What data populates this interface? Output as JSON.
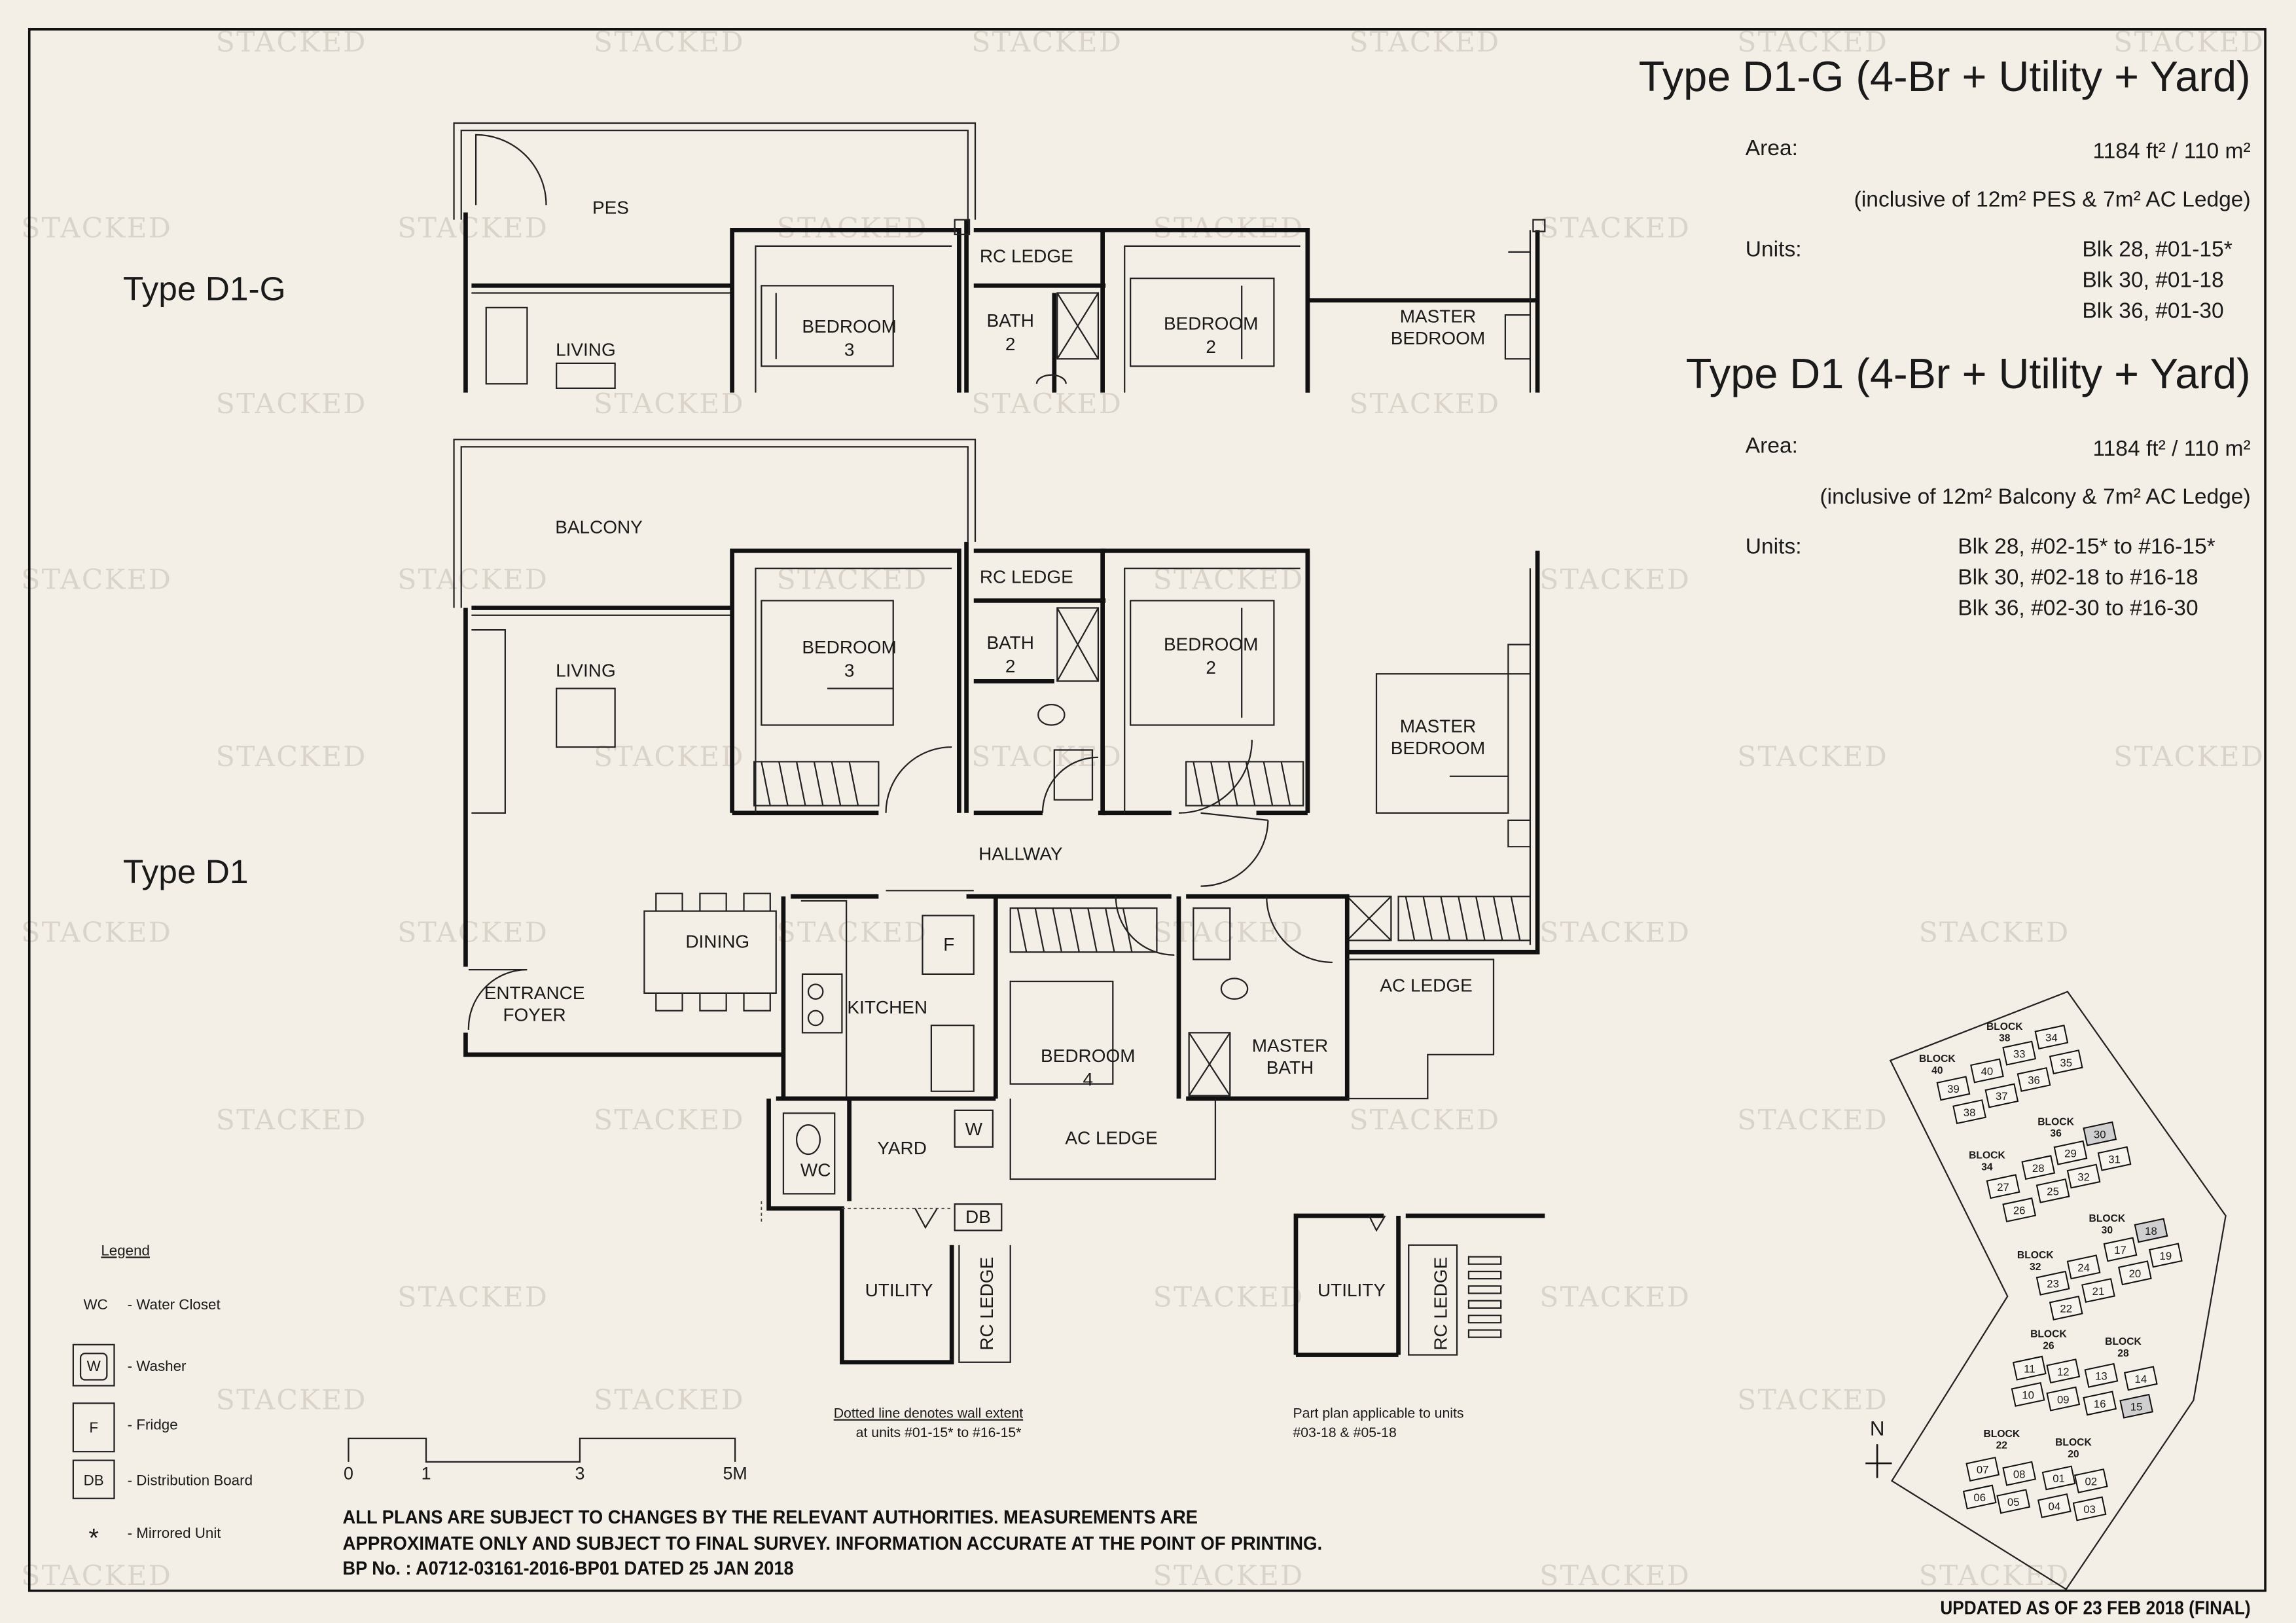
{
  "watermark": "STACKED",
  "header": {
    "d1g": {
      "title": "Type D1-G (4-Br + Utility + Yard)",
      "area_label": "Area:",
      "area_value": "1184 ft² / 110 m²",
      "area_note": "(inclusive of 12m² PES & 7m² AC Ledge)",
      "units_label": "Units:",
      "units": [
        "Blk 28, #01-15*",
        "Blk 30, #01-18",
        "Blk 36, #01-30"
      ]
    },
    "d1": {
      "title": "Type D1 (4-Br + Utility + Yard)",
      "area_label": "Area:",
      "area_value": "1184 ft² / 110 m²",
      "area_note": "(inclusive of 12m² Balcony & 7m² AC Ledge)",
      "units_label": "Units:",
      "units": [
        "Blk 28, #02-15* to #16-15*",
        "Blk 30, #02-18 to #16-18",
        "Blk 36, #02-30 to #16-30"
      ]
    }
  },
  "plans": {
    "d1g": {
      "label": "Type D1-G",
      "rooms": {
        "pes": "PES",
        "living": "LIVING",
        "bedroom3": [
          "BEDROOM",
          "3"
        ],
        "rc_ledge": "RC LEDGE",
        "bath2": [
          "BATH",
          "2"
        ],
        "bedroom2": [
          "BEDROOM",
          "2"
        ],
        "master_bedroom": [
          "MASTER",
          "BEDROOM"
        ]
      }
    },
    "d1": {
      "label": "Type D1",
      "rooms": {
        "balcony": "BALCONY",
        "living": "LIVING",
        "bedroom3": [
          "BEDROOM",
          "3"
        ],
        "rc_ledge": "RC LEDGE",
        "bath2": [
          "BATH",
          "2"
        ],
        "bedroom2": [
          "BEDROOM",
          "2"
        ],
        "master_bedroom": [
          "MASTER",
          "BEDROOM"
        ],
        "hallway": "HALLWAY",
        "dining": "DINING",
        "entrance_foyer": [
          "ENTRANCE",
          "FOYER"
        ],
        "kitchen": "KITCHEN",
        "bedroom4": [
          "BEDROOM",
          "4"
        ],
        "master_bath": [
          "MASTER",
          "BATH"
        ],
        "ac_ledge_right": "AC LEDGE",
        "ac_ledge_bottom": "AC LEDGE",
        "yard": "YARD",
        "wc": "WC",
        "utility": "UTILITY",
        "rc_ledge_vertical": "RC LEDGE",
        "fridge": "F",
        "washer": "W",
        "db": "DB"
      },
      "dotted_note": [
        "Dotted line denotes wall extent",
        "at units #01-15* to #16-15*"
      ]
    },
    "part_plan": {
      "utility": "UTILITY",
      "rc_ledge": "RC LEDGE",
      "note": [
        "Part plan applicable to units",
        "#03-18 & #05-18"
      ]
    }
  },
  "legend": {
    "title": "Legend",
    "items": [
      {
        "symbol": "WC",
        "label": "- Water Closet"
      },
      {
        "symbol": "W",
        "label": "- Washer"
      },
      {
        "symbol": "F",
        "label": "- Fridge"
      },
      {
        "symbol": "DB",
        "label": "- Distribution Board"
      },
      {
        "symbol": "*",
        "label": "- Mirrored Unit"
      }
    ]
  },
  "scale_bar": {
    "ticks": [
      "0",
      "1",
      "3",
      "5M"
    ]
  },
  "disclaimer": [
    "ALL PLANS ARE SUBJECT TO CHANGES BY THE RELEVANT AUTHORITIES. MEASUREMENTS ARE",
    "APPROXIMATE ONLY AND SUBJECT TO FINAL SURVEY. INFORMATION ACCURATE AT THE POINT OF PRINTING.",
    "BP No. : A0712-03161-2016-BP01 DATED 25 JAN 2018"
  ],
  "updated": "UPDATED AS OF 23 FEB 2018 (FINAL)",
  "site_plan": {
    "north": "N",
    "block_word": "BLOCK",
    "blocks": [
      "38",
      "40",
      "36",
      "34",
      "30",
      "32",
      "26",
      "28",
      "22",
      "20"
    ],
    "units": [
      "34",
      "33",
      "35",
      "40",
      "39",
      "36",
      "37",
      "38",
      "30",
      "29",
      "31",
      "28",
      "32",
      "27",
      "25",
      "26",
      "18",
      "17",
      "19",
      "24",
      "20",
      "23",
      "21",
      "22",
      "11",
      "12",
      "13",
      "14",
      "10",
      "09",
      "16",
      "15",
      "07",
      "08",
      "01",
      "02",
      "06",
      "05",
      "04",
      "03"
    ],
    "highlighted_units": [
      "30",
      "18",
      "15"
    ],
    "highlight_color": "#cfcfcf"
  }
}
